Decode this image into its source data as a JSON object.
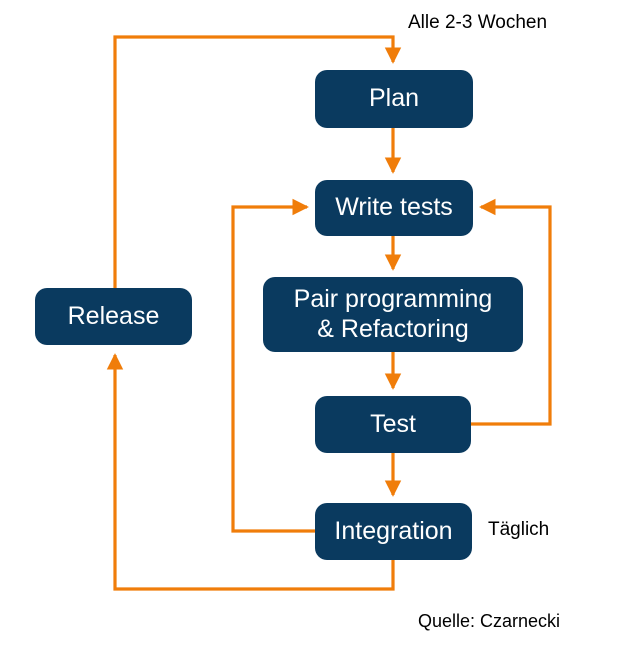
{
  "diagram": {
    "colors": {
      "node_fill": "#0a3a5f",
      "node_text": "#ffffff",
      "connector": "#f07d0a",
      "background": "#ffffff",
      "caption_text": "#000000"
    },
    "nodes": [
      {
        "id": "plan",
        "label": "Plan"
      },
      {
        "id": "write-tests",
        "label": "Write tests"
      },
      {
        "id": "pair",
        "label": "Pair programming\n& Refactoring"
      },
      {
        "id": "test",
        "label": "Test"
      },
      {
        "id": "integration",
        "label": "Integration"
      },
      {
        "id": "release",
        "label": "Release"
      }
    ],
    "captions": [
      {
        "id": "cycle-duration",
        "label": "Alle 2-3 Wochen"
      },
      {
        "id": "daily-cadence",
        "label": "Täglich"
      },
      {
        "id": "source",
        "label": "Quelle: Czarnecki"
      }
    ],
    "connectors": [
      {
        "id": "plan-to-write-tests",
        "from": "plan",
        "to": "write-tests"
      },
      {
        "id": "write-tests-to-pair",
        "from": "write-tests",
        "to": "pair"
      },
      {
        "id": "pair-to-test",
        "from": "pair",
        "to": "test"
      },
      {
        "id": "test-to-integration",
        "from": "test",
        "to": "integration"
      },
      {
        "id": "test-to-write-tests-loop",
        "from": "test",
        "to": "write-tests"
      },
      {
        "id": "integration-to-write-tests-loop",
        "from": "integration",
        "to": "write-tests"
      },
      {
        "id": "integration-to-release",
        "from": "integration",
        "to": "release"
      },
      {
        "id": "release-to-plan",
        "from": "release",
        "to": "plan"
      }
    ]
  }
}
